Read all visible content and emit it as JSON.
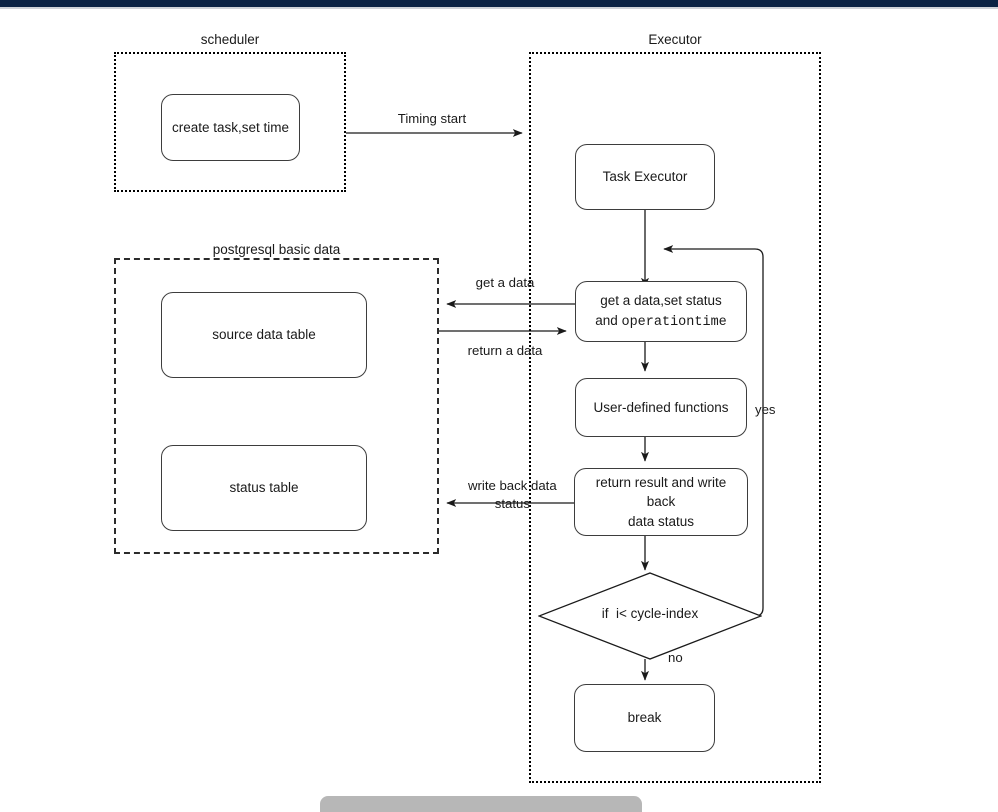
{
  "page": {
    "topbar_color": "#0b2344",
    "background": "#ffffff",
    "canvas_text_color": "#1a1a1a"
  },
  "groups": {
    "scheduler": {
      "title": "scheduler"
    },
    "postgresql": {
      "title": "postgresql basic data"
    },
    "executor": {
      "title": "Executor"
    }
  },
  "nodes": {
    "create_task": {
      "label": "create task,set time"
    },
    "source_table": {
      "label": "source data table"
    },
    "status_table": {
      "label": "status table"
    },
    "task_executor": {
      "label": "Task Executor"
    },
    "get_data": {
      "line1": "get a data,set status",
      "line2_prefix": "and ",
      "line2_mono": "operationtime"
    },
    "user_functions": {
      "label": "User-defined functions"
    },
    "return_result": {
      "line1": "return result and write back",
      "line2": "data status"
    },
    "decision": {
      "label": "if  i< cycle-index"
    },
    "break": {
      "label": "break"
    }
  },
  "edge_labels": {
    "timing_start": "Timing start",
    "get_a_data": "get a data",
    "return_a_data": "return a data",
    "write_back_line1": "write back data",
    "write_back_line2": "status",
    "yes": "yes",
    "no": "no"
  }
}
